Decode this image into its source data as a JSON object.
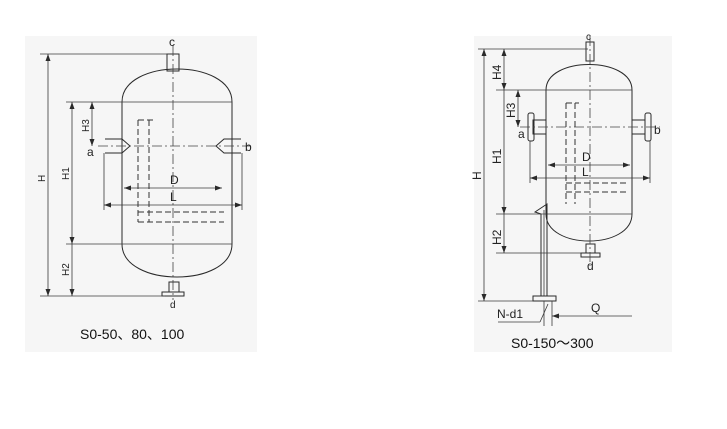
{
  "left": {
    "caption": "S0-50、80、100",
    "labels": {
      "c": "c",
      "a": "a",
      "b": "b",
      "d": "d",
      "H": "H",
      "H1": "H1",
      "H2": "H2",
      "H3": "H3",
      "D": "D",
      "L": "L"
    }
  },
  "right": {
    "caption": "S0-150～300",
    "labels": {
      "c": "c",
      "a": "a",
      "b": "b",
      "d": "d",
      "H": "H",
      "H1": "H1",
      "H2": "H2",
      "H3": "H3",
      "H4": "H4",
      "D": "D",
      "L": "L",
      "Nd1": "N-d1",
      "Q": "Q"
    }
  }
}
